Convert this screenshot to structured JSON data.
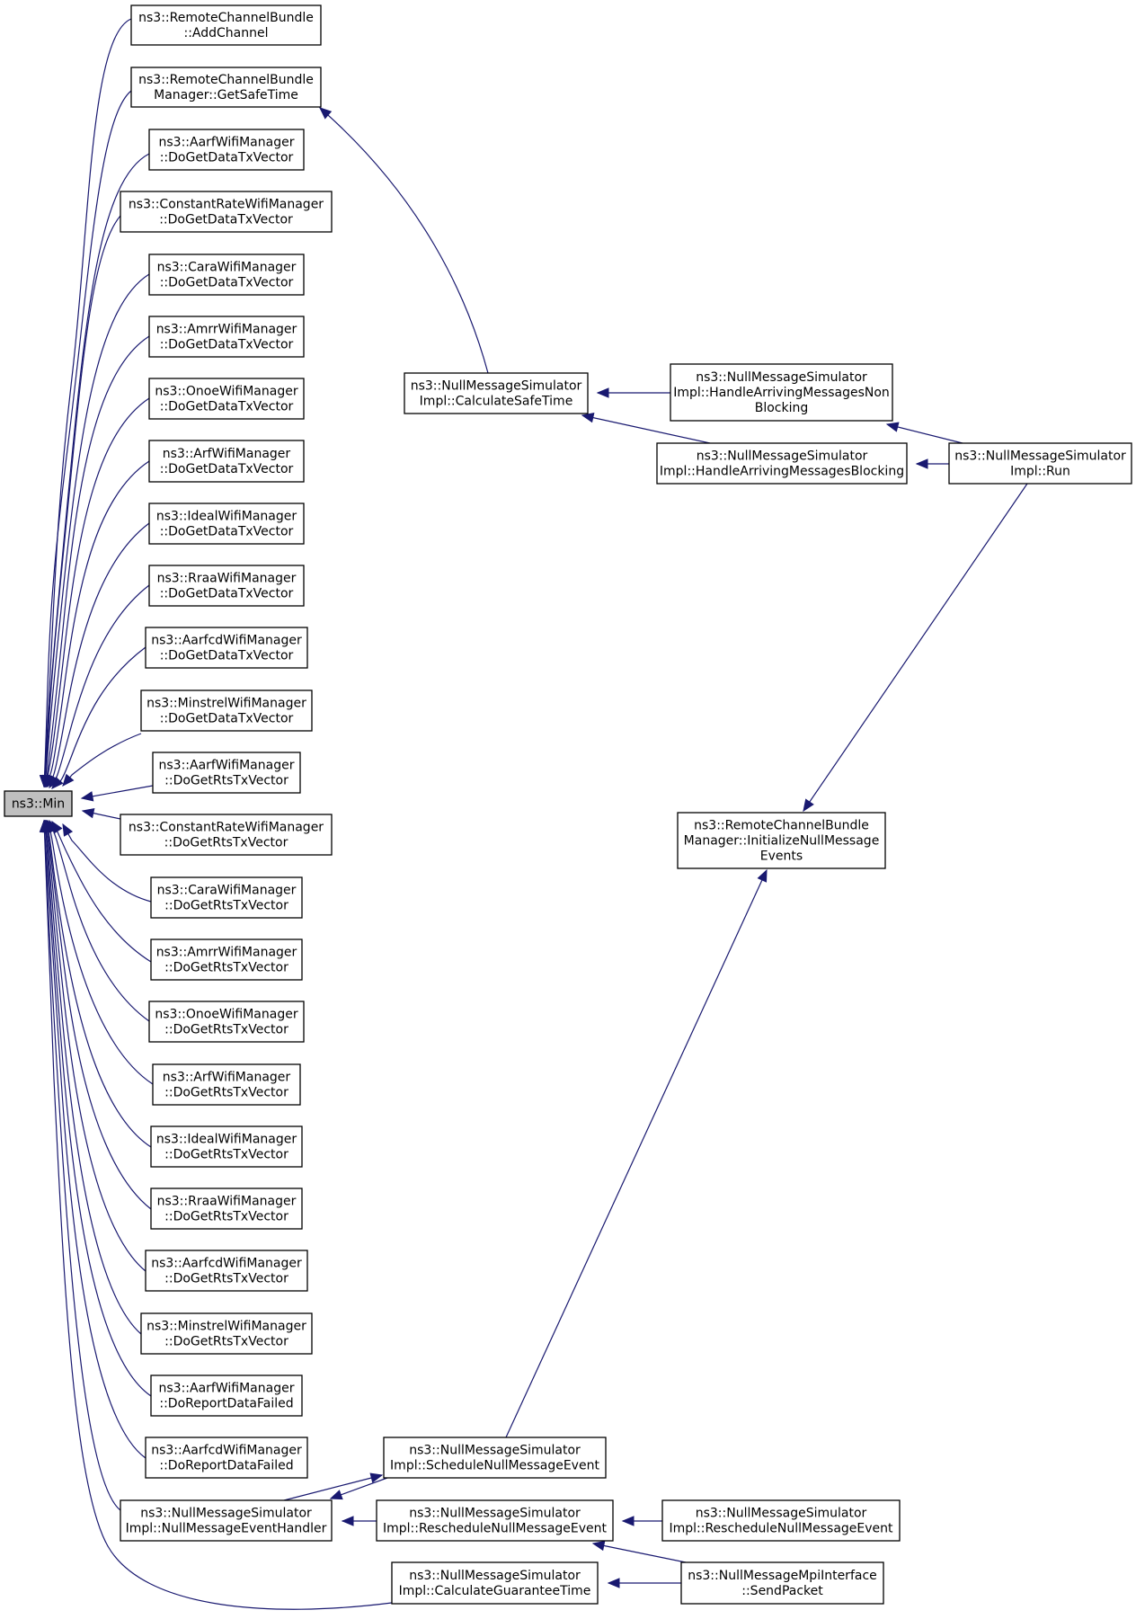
{
  "nodes": [
    {
      "id": "min",
      "lines": [
        "ns3::Min"
      ]
    },
    {
      "id": "add_channel",
      "lines": [
        "ns3::RemoteChannelBundle",
        "::AddChannel"
      ]
    },
    {
      "id": "get_safe_time",
      "lines": [
        "ns3::RemoteChannelBundle",
        "Manager::GetSafeTime"
      ]
    },
    {
      "id": "aarf_data",
      "lines": [
        "ns3::AarfWifiManager",
        "::DoGetDataTxVector"
      ]
    },
    {
      "id": "constrate_data",
      "lines": [
        "ns3::ConstantRateWifiManager",
        "::DoGetDataTxVector"
      ]
    },
    {
      "id": "cara_data",
      "lines": [
        "ns3::CaraWifiManager",
        "::DoGetDataTxVector"
      ]
    },
    {
      "id": "amrr_data",
      "lines": [
        "ns3::AmrrWifiManager",
        "::DoGetDataTxVector"
      ]
    },
    {
      "id": "onoe_data",
      "lines": [
        "ns3::OnoeWifiManager",
        "::DoGetDataTxVector"
      ]
    },
    {
      "id": "arf_data",
      "lines": [
        "ns3::ArfWifiManager",
        "::DoGetDataTxVector"
      ]
    },
    {
      "id": "ideal_data",
      "lines": [
        "ns3::IdealWifiManager",
        "::DoGetDataTxVector"
      ]
    },
    {
      "id": "rraa_data",
      "lines": [
        "ns3::RraaWifiManager",
        "::DoGetDataTxVector"
      ]
    },
    {
      "id": "aarfcd_data",
      "lines": [
        "ns3::AarfcdWifiManager",
        "::DoGetDataTxVector"
      ]
    },
    {
      "id": "minstrel_data",
      "lines": [
        "ns3::MinstrelWifiManager",
        "::DoGetDataTxVector"
      ]
    },
    {
      "id": "aarf_rts",
      "lines": [
        "ns3::AarfWifiManager",
        "::DoGetRtsTxVector"
      ]
    },
    {
      "id": "constrate_rts",
      "lines": [
        "ns3::ConstantRateWifiManager",
        "::DoGetRtsTxVector"
      ]
    },
    {
      "id": "cara_rts",
      "lines": [
        "ns3::CaraWifiManager",
        "::DoGetRtsTxVector"
      ]
    },
    {
      "id": "amrr_rts",
      "lines": [
        "ns3::AmrrWifiManager",
        "::DoGetRtsTxVector"
      ]
    },
    {
      "id": "onoe_rts",
      "lines": [
        "ns3::OnoeWifiManager",
        "::DoGetRtsTxVector"
      ]
    },
    {
      "id": "arf_rts",
      "lines": [
        "ns3::ArfWifiManager",
        "::DoGetRtsTxVector"
      ]
    },
    {
      "id": "ideal_rts",
      "lines": [
        "ns3::IdealWifiManager",
        "::DoGetRtsTxVector"
      ]
    },
    {
      "id": "rraa_rts",
      "lines": [
        "ns3::RraaWifiManager",
        "::DoGetRtsTxVector"
      ]
    },
    {
      "id": "aarfcd_rts",
      "lines": [
        "ns3::AarfcdWifiManager",
        "::DoGetRtsTxVector"
      ]
    },
    {
      "id": "minstrel_rts",
      "lines": [
        "ns3::MinstrelWifiManager",
        "::DoGetRtsTxVector"
      ]
    },
    {
      "id": "aarf_report",
      "lines": [
        "ns3::AarfWifiManager",
        "::DoReportDataFailed"
      ]
    },
    {
      "id": "aarfcd_report",
      "lines": [
        "ns3::AarfcdWifiManager",
        "::DoReportDataFailed"
      ]
    },
    {
      "id": "nm_event_handler",
      "lines": [
        "ns3::NullMessageSimulator",
        "Impl::NullMessageEventHandler"
      ]
    },
    {
      "id": "calc_guarantee",
      "lines": [
        "ns3::NullMessageSimulator",
        "Impl::CalculateGuaranteeTime"
      ]
    },
    {
      "id": "calc_safe_time",
      "lines": [
        "ns3::NullMessageSimulator",
        "Impl::CalculateSafeTime"
      ]
    },
    {
      "id": "handle_nonblocking",
      "lines": [
        "ns3::NullMessageSimulator",
        "Impl::HandleArrivingMessagesNon",
        "Blocking"
      ]
    },
    {
      "id": "handle_blocking",
      "lines": [
        "ns3::NullMessageSimulator",
        "Impl::HandleArrivingMessagesBlocking"
      ]
    },
    {
      "id": "run",
      "lines": [
        "ns3::NullMessageSimulator",
        "Impl::Run"
      ]
    },
    {
      "id": "init_null_events",
      "lines": [
        "ns3::RemoteChannelBundle",
        "Manager::InitializeNullMessage",
        "Events"
      ]
    },
    {
      "id": "schedule_nm",
      "lines": [
        "ns3::NullMessageSimulator",
        "Impl::ScheduleNullMessageEvent"
      ]
    },
    {
      "id": "reschedule_nm",
      "lines": [
        "ns3::NullMessageSimulator",
        "Impl::RescheduleNullMessageEvent"
      ]
    },
    {
      "id": "reschedule_nm_right",
      "lines": [
        "ns3::NullMessageSimulator",
        "Impl::RescheduleNullMessageEvent"
      ]
    },
    {
      "id": "send_packet",
      "lines": [
        "ns3::NullMessageMpiInterface",
        "::SendPacket"
      ]
    }
  ],
  "edges": [
    {
      "from": "add_channel",
      "to": "min"
    },
    {
      "from": "get_safe_time",
      "to": "min"
    },
    {
      "from": "aarf_data",
      "to": "min"
    },
    {
      "from": "constrate_data",
      "to": "min"
    },
    {
      "from": "cara_data",
      "to": "min"
    },
    {
      "from": "amrr_data",
      "to": "min"
    },
    {
      "from": "onoe_data",
      "to": "min"
    },
    {
      "from": "arf_data",
      "to": "min"
    },
    {
      "from": "ideal_data",
      "to": "min"
    },
    {
      "from": "rraa_data",
      "to": "min"
    },
    {
      "from": "aarfcd_data",
      "to": "min"
    },
    {
      "from": "minstrel_data",
      "to": "min"
    },
    {
      "from": "aarf_rts",
      "to": "min"
    },
    {
      "from": "constrate_rts",
      "to": "min"
    },
    {
      "from": "cara_rts",
      "to": "min"
    },
    {
      "from": "amrr_rts",
      "to": "min"
    },
    {
      "from": "onoe_rts",
      "to": "min"
    },
    {
      "from": "arf_rts",
      "to": "min"
    },
    {
      "from": "ideal_rts",
      "to": "min"
    },
    {
      "from": "rraa_rts",
      "to": "min"
    },
    {
      "from": "aarfcd_rts",
      "to": "min"
    },
    {
      "from": "minstrel_rts",
      "to": "min"
    },
    {
      "from": "aarf_report",
      "to": "min"
    },
    {
      "from": "aarfcd_report",
      "to": "min"
    },
    {
      "from": "nm_event_handler",
      "to": "min"
    },
    {
      "from": "calc_guarantee",
      "to": "min"
    },
    {
      "from": "calc_safe_time",
      "to": "get_safe_time"
    },
    {
      "from": "handle_nonblocking",
      "to": "calc_safe_time"
    },
    {
      "from": "handle_blocking",
      "to": "calc_safe_time"
    },
    {
      "from": "run",
      "to": "handle_nonblocking"
    },
    {
      "from": "run",
      "to": "handle_blocking"
    },
    {
      "from": "init_null_events",
      "to": "run"
    },
    {
      "from": "schedule_nm",
      "to": "init_null_events"
    },
    {
      "from": "nm_event_handler",
      "to": "schedule_nm"
    },
    {
      "from": "schedule_nm",
      "to": "nm_event_handler"
    },
    {
      "from": "reschedule_nm",
      "to": "nm_event_handler"
    },
    {
      "from": "reschedule_nm_right",
      "to": "reschedule_nm"
    },
    {
      "from": "send_packet",
      "to": "reschedule_nm"
    },
    {
      "from": "send_packet",
      "to": "calc_guarantee"
    }
  ]
}
